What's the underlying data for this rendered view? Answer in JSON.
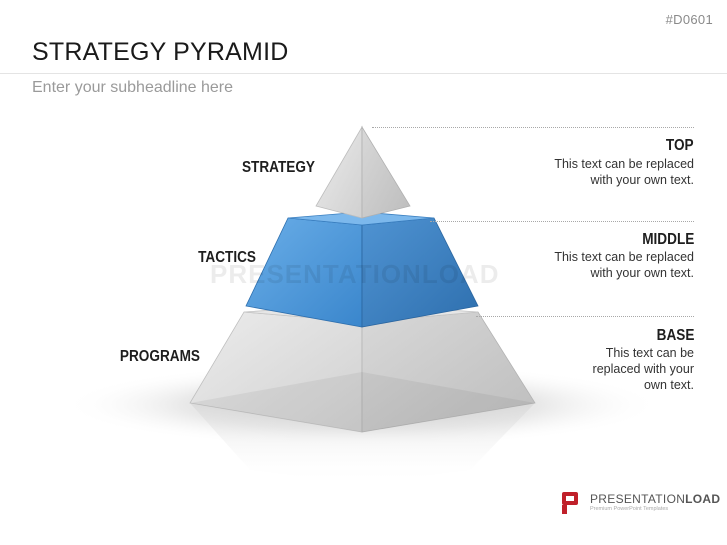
{
  "slide_id": "#D0601",
  "title": "STRATEGY PYRAMID",
  "subtitle": "Enter your subheadline here",
  "levels": [
    {
      "label": "STRATEGY",
      "side_head": "TOP",
      "side_text": "This text can be replaced\nwith your own text.",
      "color": "#c8c8c8"
    },
    {
      "label": "TACTICS",
      "side_head": "MIDDLE",
      "side_text": "This text can be replaced\nwith your own text.",
      "color": "#3f86c8"
    },
    {
      "label": "PROGRAMS",
      "side_head": "BASE",
      "side_text": "This text can be\nreplaced with your\nown text.",
      "color": "#c8c8c8"
    }
  ],
  "watermark": "PRESENTATIONLOAD",
  "logo": {
    "name_part1": "PRESENTATION",
    "name_part2": "LOAD",
    "tagline": "Premium PowerPoint Templates",
    "brand_color": "#c0202a"
  }
}
